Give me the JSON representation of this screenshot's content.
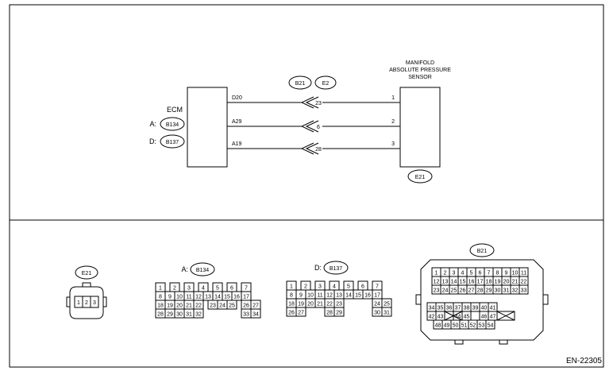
{
  "ecm": {
    "label": "ECM",
    "conn_a_prefix": "A:",
    "conn_a_code": "B134",
    "conn_d_prefix": "D:",
    "conn_d_code": "B137"
  },
  "sensor": {
    "label_line1": "MANIFOLD",
    "label_line2": "ABSOLUTE PRESSURE",
    "label_line3": "SENSOR",
    "connector": "E21"
  },
  "junction": {
    "left_code": "B21",
    "right_code": "E2"
  },
  "wires": [
    {
      "ecm_pin": "D20",
      "junction_pin": "23",
      "sensor_pin": "1"
    },
    {
      "ecm_pin": "A29",
      "junction_pin": "6",
      "sensor_pin": "2"
    },
    {
      "ecm_pin": "A19",
      "junction_pin": "28",
      "sensor_pin": "3"
    }
  ],
  "connectors": {
    "e21": {
      "code": "E21",
      "pins": [
        "1",
        "2",
        "3"
      ]
    },
    "b134": {
      "prefix": "A:",
      "code": "B134",
      "rows": [
        [
          "1",
          "2",
          "3",
          "4",
          "5",
          "6",
          "7"
        ],
        [
          "8",
          "9",
          "10",
          "11",
          "12",
          "13",
          "14",
          "15",
          "16",
          "17"
        ],
        [
          "18",
          "19",
          "20",
          "21",
          "22",
          "23",
          "24",
          "25",
          "26",
          "27"
        ],
        [
          "28",
          "29",
          "30",
          "31",
          "32",
          "33",
          "34"
        ]
      ]
    },
    "b137": {
      "prefix": "D:",
      "code": "B137",
      "rows": [
        [
          "1",
          "2",
          "3",
          "4",
          "5",
          "6",
          "7"
        ],
        [
          "8",
          "9",
          "10",
          "11",
          "12",
          "13",
          "14",
          "15",
          "16",
          "17"
        ],
        [
          "18",
          "19",
          "20",
          "21",
          "22",
          "23",
          "24",
          "25"
        ],
        [
          "26",
          "27",
          "28",
          "29",
          "30",
          "31"
        ]
      ]
    },
    "b21": {
      "code": "B21",
      "rows": [
        [
          "1",
          "2",
          "3",
          "4",
          "5",
          "6",
          "7",
          "8",
          "9",
          "10",
          "11"
        ],
        [
          "12",
          "13",
          "14",
          "15",
          "16",
          "17",
          "18",
          "19",
          "20",
          "21",
          "22"
        ],
        [
          "23",
          "24",
          "25",
          "26",
          "27",
          "28",
          "29",
          "30",
          "31",
          "32",
          "33"
        ],
        [
          "34",
          "35",
          "36",
          "37",
          "38",
          "39",
          "40",
          "41"
        ],
        [
          "42",
          "43",
          "44",
          "45",
          "46",
          "47"
        ],
        [
          "48",
          "49",
          "50",
          "51",
          "52",
          "53",
          "54"
        ]
      ]
    }
  },
  "footer": {
    "code": "EN-22305"
  }
}
